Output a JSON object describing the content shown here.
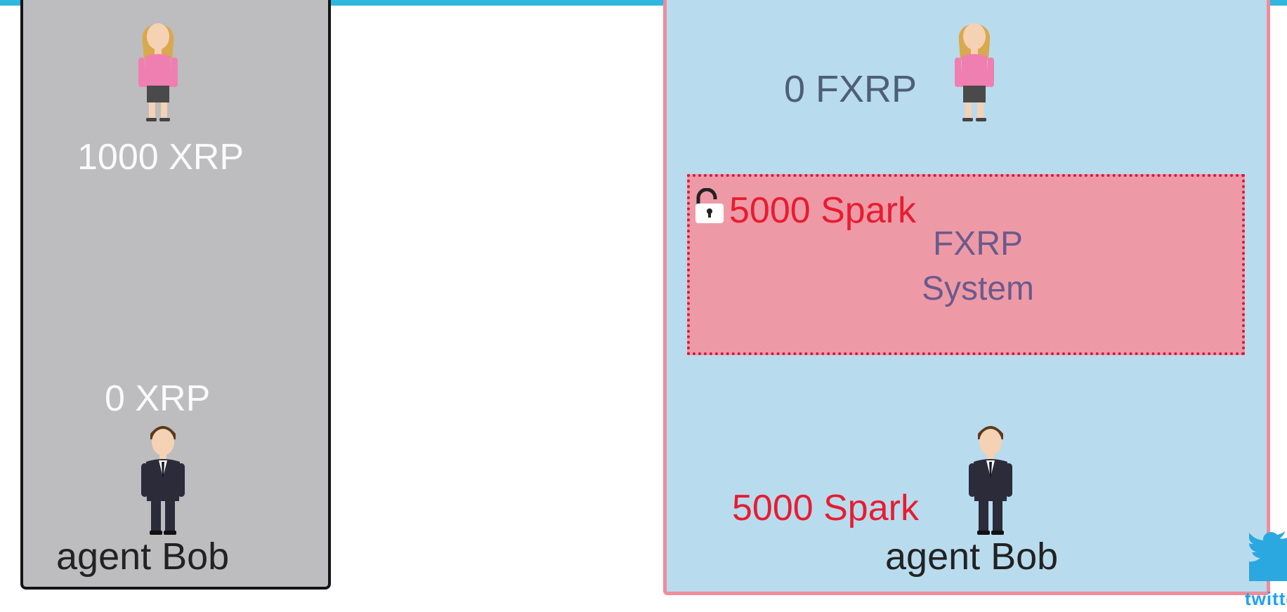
{
  "left_ledger": {
    "user_balance": "1000 XRP",
    "agent_balance": "0 XRP",
    "agent_label": "agent Bob"
  },
  "right_ledger": {
    "user_balance": "0 FXRP",
    "locked_collateral": "5000 Spark",
    "system_label_line1": "FXRP",
    "system_label_line2": "System",
    "agent_balance": "5000 Spark",
    "agent_label": "agent Bob"
  },
  "icons": {
    "lock": "unlocked-padlock-icon",
    "user": "woman-user-icon",
    "agent": "man-agent-icon",
    "watermark": "twitter-bird-icon"
  },
  "colors": {
    "top_bar": "#2fb7df",
    "left_panel": "#bdbcbe",
    "right_panel": "#b9dbee",
    "right_border": "#ef8c9c",
    "system_box": "#ee9aa6",
    "spark_text": "#e81c30"
  },
  "watermark": {
    "text": "twitter"
  }
}
